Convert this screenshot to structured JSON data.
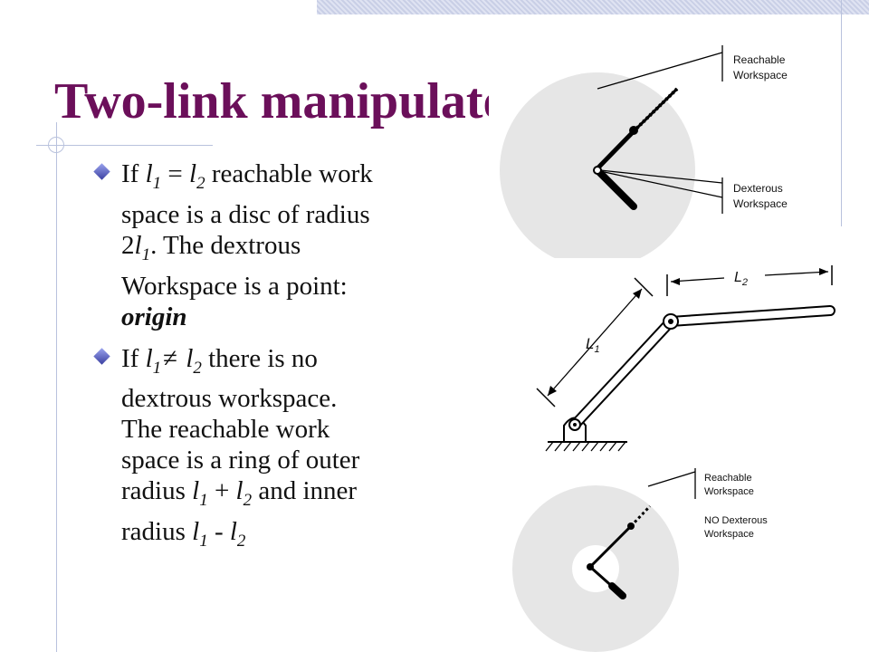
{
  "slide": {
    "title": "Two-link manipulator",
    "bullets": [
      {
        "lines": [
          [
            "If ",
            {
              "var": "l",
              "sub": "1"
            },
            " = ",
            {
              "var": "l",
              "sub": "2"
            },
            " reachable work"
          ],
          [
            "space is a disc of radius"
          ],
          [
            "2",
            {
              "var": "l",
              "sub": "1"
            },
            ". The dextrous"
          ],
          [
            "Workspace is  a point:"
          ],
          [
            {
              "emph": "origin"
            }
          ]
        ]
      },
      {
        "lines": [
          [
            "If ",
            {
              "var": "l",
              "sub": "1"
            },
            {
              "neq": "≠"
            },
            " ",
            {
              "var": "l",
              "sub": "2"
            },
            " there is no"
          ],
          [
            "dextrous workspace."
          ],
          [
            "The reachable work"
          ],
          [
            "space is a ring of outer"
          ],
          [
            "radius ",
            {
              "var": "l",
              "sub": "1"
            },
            " + ",
            {
              "var": "l",
              "sub": "2"
            },
            " and inner"
          ],
          [
            "radius ",
            {
              "var": "l",
              "sub": "1"
            },
            " - ",
            {
              "var": "l",
              "sub": "2"
            }
          ]
        ]
      }
    ]
  },
  "figures": {
    "top": {
      "reachable_label": [
        "Reachable",
        "Workspace"
      ],
      "dexterous_label": [
        "Dexterous",
        "Workspace"
      ]
    },
    "middle": {
      "l1_label": "L",
      "l1_sub": "1",
      "l2_label": "L",
      "l2_sub": "2"
    },
    "bottom": {
      "reachable_label": [
        "Reachable",
        "Workspace"
      ],
      "no_dexterous_label": [
        "NO Dexterous",
        "Workspace"
      ]
    }
  },
  "colors": {
    "title": "#6b0f5a",
    "workspace_disc": "#e6e6e6",
    "bullet_diamond": "#5a60c8"
  }
}
